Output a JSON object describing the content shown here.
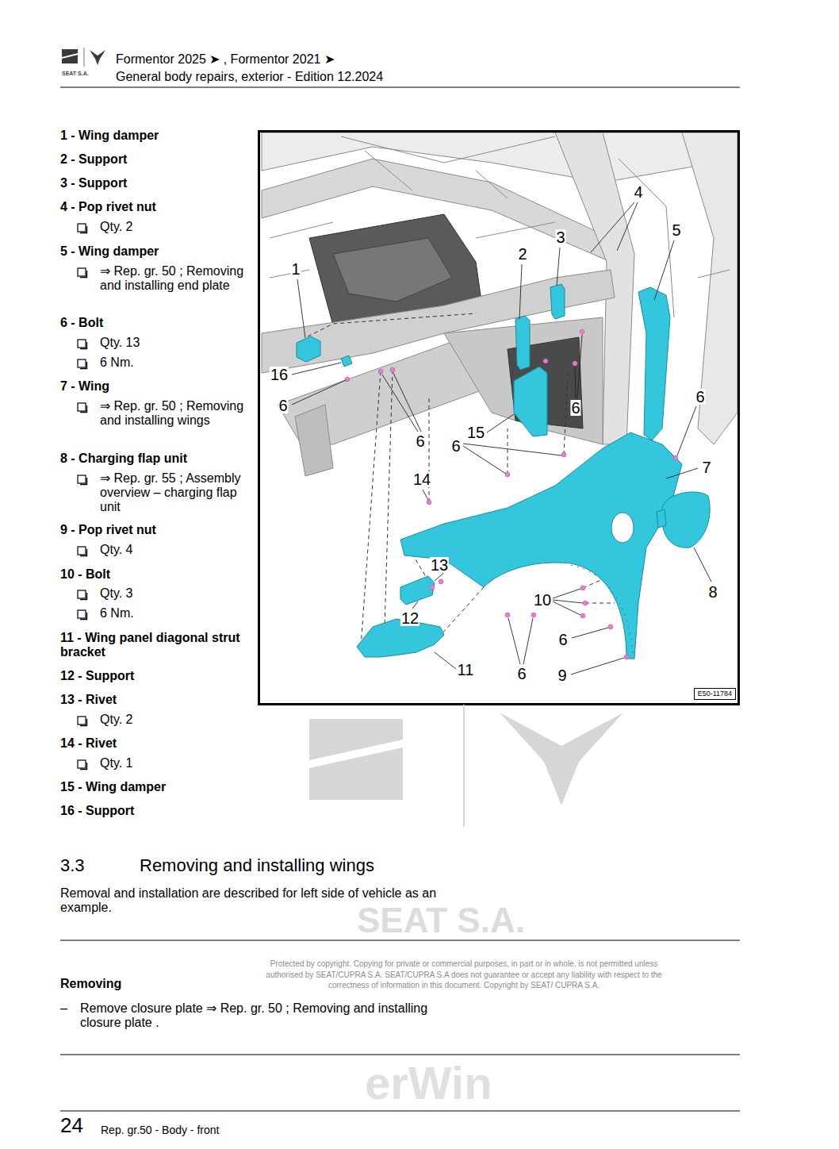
{
  "diagram": {
    "nodes": [
      {
        "text": [
          "E50-11784"
        ]
      }
    ],
    "labels": [
      "SEAT S.A.",
      "Formentor 2025 ➤ , Formentor 2021 ➤",
      "General body repairs, exterior - Edition 12.2024",
      "1 - Wing damper",
      "2 - Support",
      "3 - Support",
      "4 - Pop rivet nut",
      "Qty. 2",
      "5 - Wing damper",
      "⇒ Rep. gr. 50 ; Removing and installing end plate",
      "6 - Bolt",
      "Qty. 13",
      "6 Nm.",
      "7 - Wing",
      "⇒ Rep. gr. 50 ; Removing and installing wings",
      "8 - Charging flap unit",
      "⇒ Rep. gr. 55 ; Assembly overview – charging flap unit",
      "9 - Pop rivet nut",
      "Qty. 4",
      "10 - Bolt",
      "Qty. 3",
      "6 Nm.",
      "11 - Wing panel diagonal strut bracket",
      "12 - Support",
      "13 - Rivet",
      "Qty. 2",
      "14 - Rivet",
      "Qty. 1",
      "15 - Wing damper",
      "16 - Support",
      "4",
      "5",
      "3",
      "2",
      "1",
      "16",
      "6",
      "6",
      "6",
      "15",
      "6",
      "6",
      "14",
      "7",
      "13",
      "12",
      "10",
      "8",
      "6",
      "11",
      "6",
      "9",
      "3.3",
      "Removing and installing wings",
      "Removal and installation are described for left side of vehicle as an example.",
      "SEAT S.A.",
      "Protected by copyright. Copying for private or commercial purposes, in part or in whole, is not permitted unless authorised by SEAT/CUPRA S.A. SEAT/CUPRA S.A does not guarantee or accept any liability with respect to the correctness of information in this document. Copyright by SEAT/ CUPRA S.A.",
      "Removing",
      "–",
      "Remove closure plate ⇒ Rep. gr. 50 ; Removing and installing closure plate .",
      "erWin",
      "24",
      "Rep. gr.50 - Body - front"
    ]
  }
}
